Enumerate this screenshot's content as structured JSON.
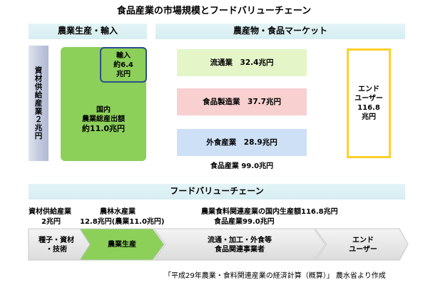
{
  "title": "食品産業の市場規模とフードバリューチェーン",
  "left_header": "農業生産・輸入",
  "right_header": "農産物・食品マーケット",
  "materials_bar": "資材供給産業２兆円",
  "domestic": {
    "line1": "国内",
    "line2": "農業総産出額",
    "line3": "約11.0兆円"
  },
  "imports": {
    "line1": "輸入",
    "line2": "約6.4",
    "line3": "兆円"
  },
  "market": [
    {
      "label": "流通業　32.4兆円"
    },
    {
      "label": "食品製造業　37.7兆円"
    },
    {
      "label": "外食産業　28.9兆円"
    }
  ],
  "food_total": "食品産業 99.0兆円",
  "end_user_box": {
    "line1": "エンド",
    "line2": "ユーザー",
    "line3": "116.8",
    "line4": "兆円"
  },
  "chain_header": "フードバリューチェーン",
  "stats": {
    "materials_label": "資材供給産業",
    "materials_value": "2兆円",
    "agri_label": "農林水産業",
    "agri_value": "12.8兆円(農業11.0兆円)",
    "food_related_label": "農業食料関連産業の国内生産額116.8兆円",
    "food_industry_value": "食品産業99.0兆円"
  },
  "chain_steps": {
    "s1_l1": "種子・資材",
    "s1_l2": "・技術",
    "s2": "農業生産",
    "s3_l1": "流通・加工・外食等",
    "s3_l2": "食品関連事業者",
    "s4_l1": "エンド",
    "s4_l2": "ユーザー"
  },
  "source": "「平成29年農業・食料関連産業の経済計算（概算）」 農水省より作成",
  "colors": {
    "header_bg": "#d6eef2",
    "green": "#8cd05a",
    "import_border": "#2f4e8c",
    "distribution_bg": "#e4f6c8",
    "manufacturing_bg": "#f8d0d0",
    "restaurant_bg": "#cde0f6",
    "end_user_border": "#ffd02a"
  }
}
